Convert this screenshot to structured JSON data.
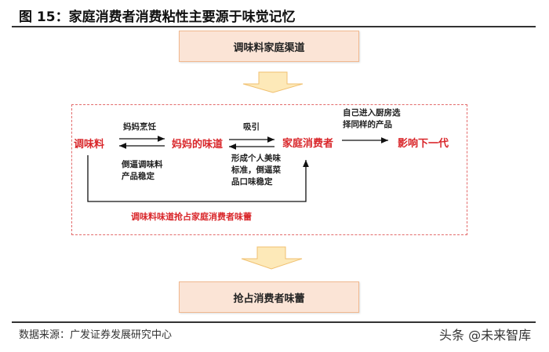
{
  "title": "图 15：家庭消费者消费粘性主要源于味觉记忆",
  "top_box": "调味料家庭渠道",
  "bottom_box": "抢占消费者味蕾",
  "nodes": {
    "seasoning": "调味料",
    "mom_taste": "妈妈的味道",
    "family_consumer": "家庭消费者",
    "next_gen": "影响下一代"
  },
  "labels": {
    "mom_cooking": "妈妈烹饪",
    "attract": "吸引",
    "kitchen_1": "自己进入厨房选",
    "kitchen_2": "择同样的产品",
    "force_1": "倒逼调味料",
    "force_2": "产品稳定",
    "standard_1": "形成个人美味",
    "standard_2": "标准，倒逼菜",
    "standard_3": "品口味稳定",
    "loop": "调味料味道抢占家庭消费者味蕾"
  },
  "source": "数据来源：广发证券发展研究中心",
  "watermark": "头条 @未来智库",
  "colors": {
    "red": "#d9262a",
    "box_fill": "#fbe4d6",
    "arrow_fill": "#fde9b8"
  }
}
